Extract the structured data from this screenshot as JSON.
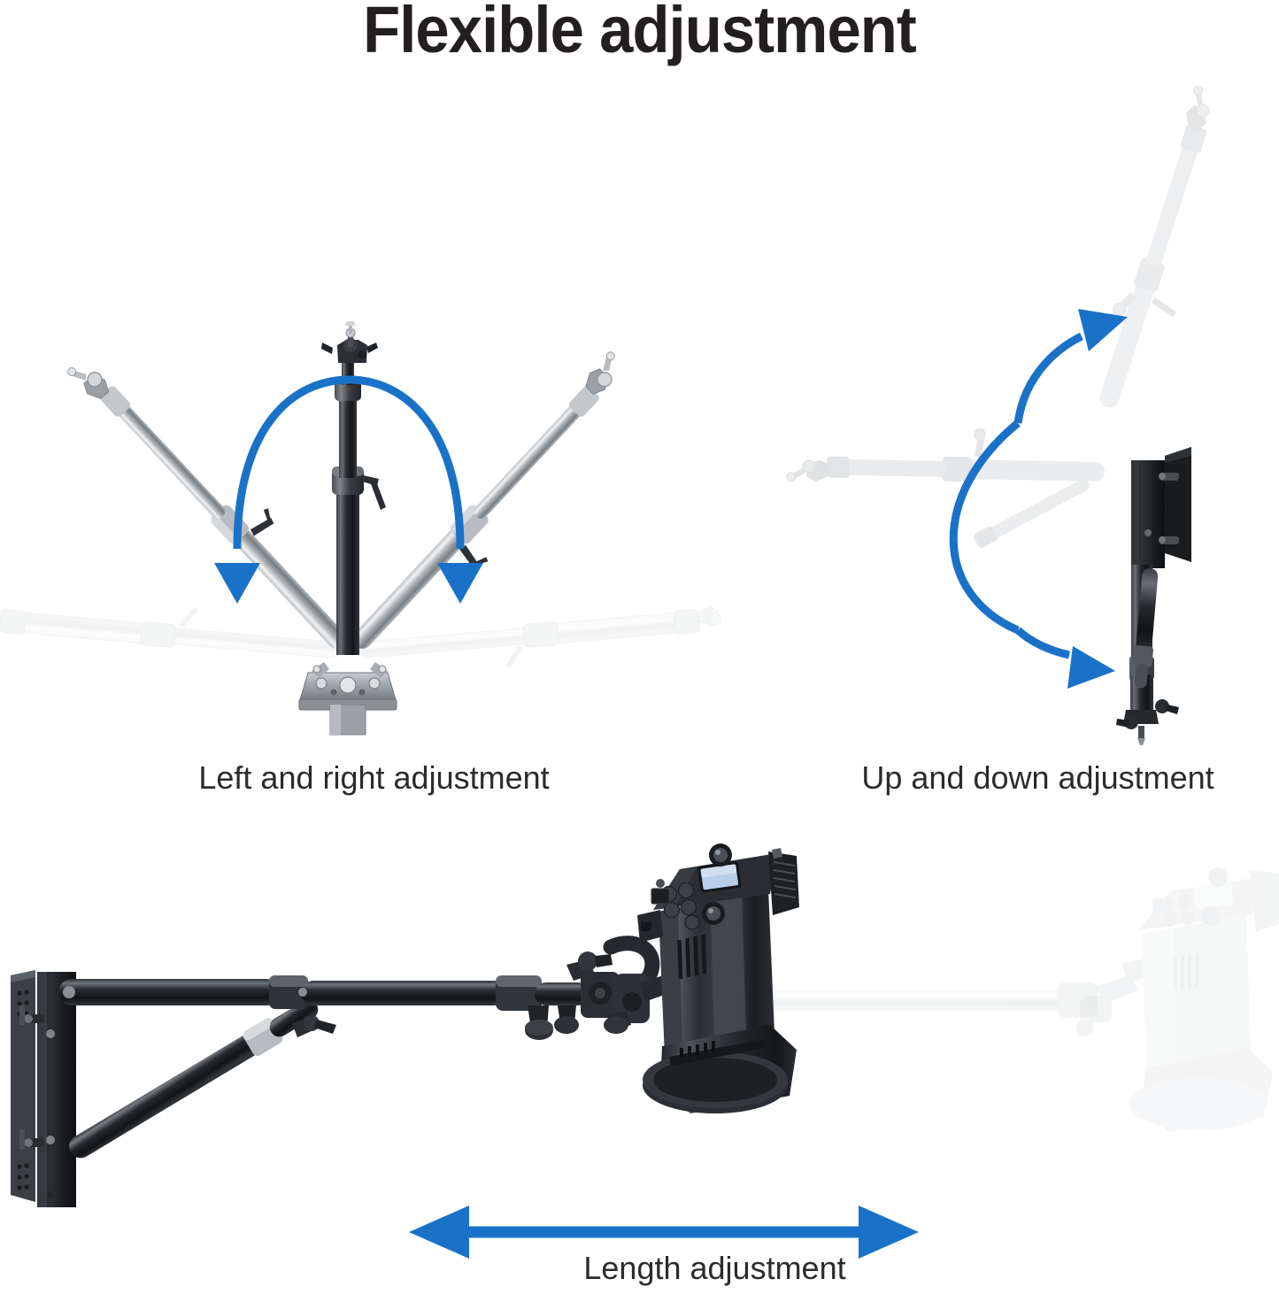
{
  "page": {
    "title": "Flexible adjustment",
    "background_color": "#ffffff",
    "title_color": "#231f20",
    "accent_blue": "#1a72c8",
    "arrow_blue_dark": "#0f62b8",
    "metal_gray": "#9a9ea3",
    "body_black": "#222426",
    "ghost_gray": "#e6e8ea"
  },
  "panels": [
    {
      "id": "left-right",
      "caption": "Left and right adjustment",
      "motion": "horizontal swing",
      "arrow": "double-headed-curved-arc",
      "components": [
        "center-column",
        "swing-arm-left",
        "swing-arm-right",
        "wall-base-plate",
        "ghost-arm-left",
        "ghost-arm-right"
      ]
    },
    {
      "id": "up-down",
      "caption": "Up and down adjustment",
      "motion": "vertical tilt",
      "arrow": "double-headed-curved-arc",
      "components": [
        "wall-plate",
        "boom-arm-down",
        "ghost-boom-up",
        "ghost-boom-horizontal",
        "support-strut"
      ]
    },
    {
      "id": "length",
      "caption": "Length adjustment",
      "motion": "telescopic extension",
      "arrow": "double-headed-straight-arrow",
      "components": [
        "wall-mount-plate",
        "triangular-truss",
        "boom-tube",
        "clamp-joint",
        "studio-strobe",
        "ghost-extension",
        "ghost-strobe"
      ]
    }
  ],
  "captions": {
    "left_right": "Left and right adjustment",
    "up_down": "Up and down adjustment",
    "length": "Length adjustment"
  }
}
